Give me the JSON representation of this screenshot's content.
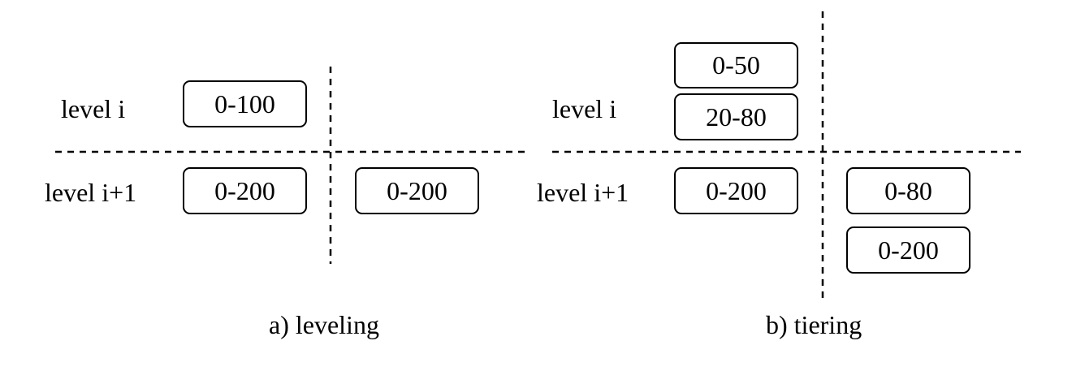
{
  "leveling": {
    "caption": "a) leveling",
    "level_i_label": "level i",
    "level_i1_label": "level i+1",
    "level_i_boxes": [
      "0-100"
    ],
    "level_i1_left_boxes": [
      "0-200"
    ],
    "level_i1_right_boxes": [
      "0-200"
    ]
  },
  "tiering": {
    "caption": "b) tiering",
    "level_i_label": "level i",
    "level_i1_label": "level i+1",
    "level_i_boxes": [
      "0-50",
      "20-80"
    ],
    "level_i1_left_boxes": [
      "0-200"
    ],
    "level_i1_right_boxes": [
      "0-80",
      "0-200"
    ]
  },
  "colors": {
    "ink": "#000000",
    "background": "#ffffff"
  }
}
